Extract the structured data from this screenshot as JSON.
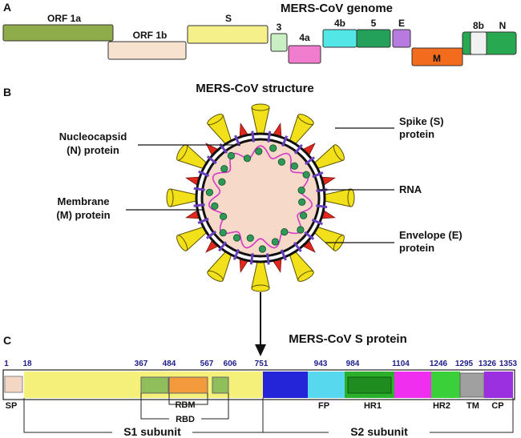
{
  "panels": {
    "a": {
      "letter": "A",
      "title": "MERS-CoV genome",
      "genes": [
        {
          "label": "ORF 1a",
          "color": "#8fac4a"
        },
        {
          "label": "ORF 1b",
          "color": "#f7e2cf"
        },
        {
          "label": "S",
          "color": "#f5f08a"
        },
        {
          "label": "3",
          "color": "#c9f0c2"
        },
        {
          "label": "4a",
          "color": "#f07ccd"
        },
        {
          "label": "4b",
          "color": "#53e6e6"
        },
        {
          "label": "5",
          "color": "#23a05a"
        },
        {
          "label": "E",
          "color": "#b77be0"
        },
        {
          "label": "M",
          "color": "#f36b1d"
        },
        {
          "label": "8b",
          "color": "#f1f1f1"
        },
        {
          "label": "N",
          "color": "#28a850"
        }
      ]
    },
    "b": {
      "letter": "B",
      "title": "MERS-CoV structure",
      "labels": {
        "nucleocapsid": [
          "Nucleocapsid",
          "(N) protein"
        ],
        "membrane": [
          "Membrane",
          "(M) protein"
        ],
        "spike": [
          "Spike (S)",
          "protein"
        ],
        "rna": [
          "RNA"
        ],
        "envelope": [
          "Envelope (E)",
          "protein"
        ]
      },
      "colors": {
        "spike": "#f2e01a",
        "membrane_protein": "#e0281c",
        "envelope_protein": "#6a3fc0",
        "nucleocapsid": "#2f9a58",
        "rna": "#d23ac8",
        "interior": "#f6d9c8"
      }
    },
    "c": {
      "letter": "C",
      "title": "MERS-CoV S protein",
      "positions": [
        "1",
        "18",
        "367",
        "484",
        "567",
        "606",
        "751",
        "943",
        "984",
        "1104",
        "1246",
        "1295",
        "1326",
        "1353"
      ],
      "domains": [
        {
          "label": "SP",
          "color": "#f4d6c4"
        },
        {
          "label": "RBM",
          "color": "#f29a3c"
        },
        {
          "label": "RBD",
          "color": "#8fbe5a"
        },
        {
          "label": "FP",
          "color": "#58d8ee"
        },
        {
          "label": "HR1",
          "color": "#1e8c1e"
        },
        {
          "label": "HR2",
          "color": "#3ad03a"
        },
        {
          "label": "TM",
          "color": "#a0a0a0"
        },
        {
          "label": "CP",
          "color": "#9b30e0"
        }
      ],
      "subunits": [
        "S1 subunit",
        "S2 subunit"
      ]
    }
  }
}
